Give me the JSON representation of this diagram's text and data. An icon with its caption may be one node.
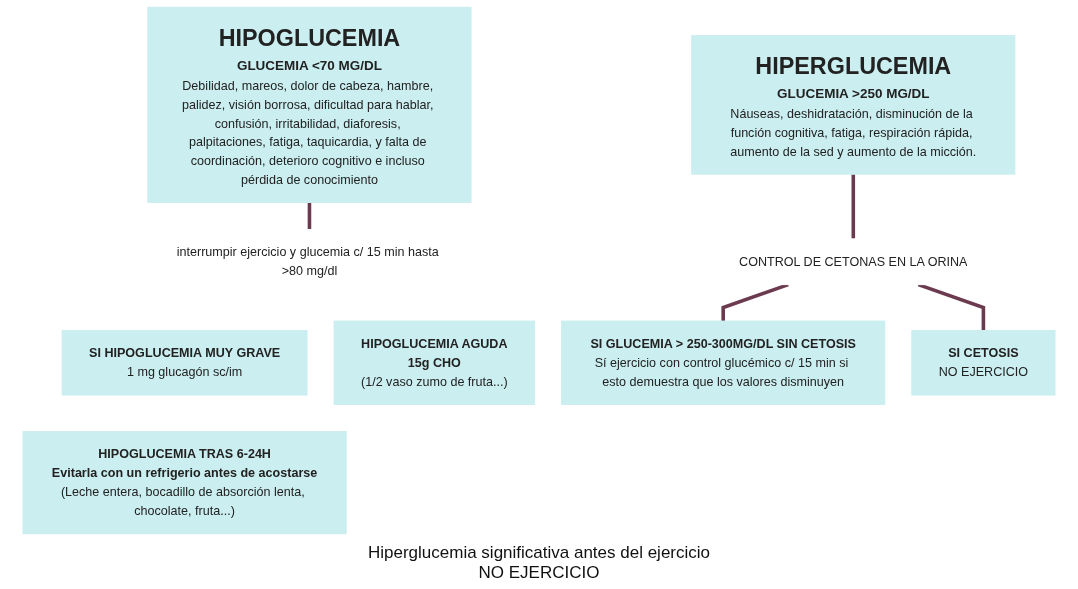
{
  "diagram": {
    "nodes": [
      {
        "text": [
          "HIPOGLUCEMIA",
          "GLUCEMIA <70 MG/DL",
          "Debilidad, mareos, dolor de cabeza, hambre, palidez, visión borrosa, dificultad para hablar, confusión, irritabilidad, diaforesis, palpitaciones, fatiga, taquicardia, y falta de coordinación, deterioro cognitivo e incluso pérdida de conocimiento"
        ]
      },
      {
        "text": [
          "interrumpir ejercicio y glucemia c/ 15 min hasta >80 mg/dl"
        ]
      },
      {
        "text": [
          "SI HIPOGLUCEMIA MUY GRAVE",
          "1 mg glucagón sc/im"
        ]
      },
      {
        "text": [
          "HIPOGLUCEMIA AGUDA",
          "15g CHO",
          "(1/2 vaso zumo de fruta...)"
        ]
      },
      {
        "text": [
          "HIPOGLUCEMIA TRAS 6-24H",
          "Evitarla con un refrigerio antes de acostarse",
          "(Leche entera, bocadillo de absorción lenta, chocolate, fruta...)"
        ]
      },
      {
        "text": [
          "HIPERGLUCEMIA",
          "GLUCEMIA >250 MG/DL",
          "Náuseas, deshidratación, disminución de la función cognitiva, fatiga, respiración rápida, aumento de la sed y aumento de la micción."
        ]
      },
      {
        "text": [
          "CONTROL DE CETONAS EN LA ORINA"
        ]
      },
      {
        "text": [
          "SI GLUCEMIA > 250-300MG/DL SIN CETOSIS",
          "Sí ejercicio con control glucémico c/ 15 min si esto demuestra que los valores disminuyen"
        ]
      },
      {
        "text": [
          "SI CETOSIS",
          "NO EJERCICIO"
        ]
      }
    ],
    "edges": [
      {
        "from": 0,
        "to": 1,
        "arrow": "none"
      },
      {
        "from": 5,
        "to": 6,
        "arrow": "none"
      },
      {
        "from": 6,
        "to": 7,
        "arrow": "none"
      },
      {
        "from": 6,
        "to": 8,
        "arrow": "none"
      }
    ],
    "labels": [
      "Hiperglucemia significativa antes del ejercicio",
      "NO EJERCICIO"
    ]
  }
}
